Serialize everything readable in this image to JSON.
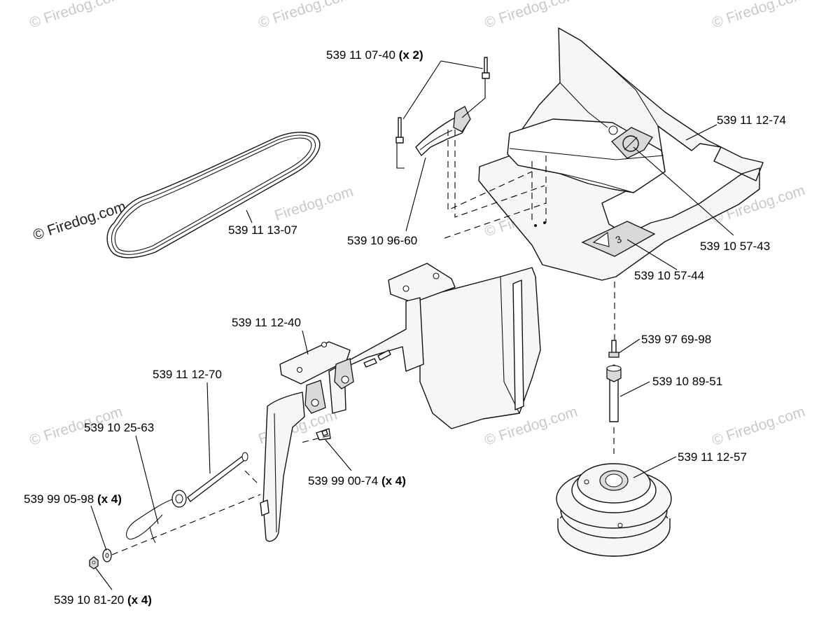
{
  "watermark": {
    "text": "© Firedog.com",
    "brand": "Firedog.com"
  },
  "labels": {
    "p_539_11_07_40": {
      "part": "539 11 07-40",
      "qty": "(x 2)"
    },
    "p_539_11_12_74": {
      "part": "539 11 12-74"
    },
    "p_539_11_13_07": {
      "part": "539 11 13-07"
    },
    "p_539_10_96_60": {
      "part": "539 10 96-60"
    },
    "p_539_10_57_43": {
      "part": "539 10 57-43"
    },
    "p_539_10_57_44": {
      "part": "539 10 57-44"
    },
    "p_539_11_12_40": {
      "part": "539 11 12-40"
    },
    "p_539_97_69_98": {
      "part": "539 97 69-98"
    },
    "p_539_11_12_70": {
      "part": "539 11 12-70"
    },
    "p_539_10_89_51": {
      "part": "539 10 89-51"
    },
    "p_539_10_25_63": {
      "part": "539 10 25-63"
    },
    "p_539_99_00_74": {
      "part": "539 99 00-74",
      "qty": "(x 4)"
    },
    "p_539_11_12_57": {
      "part": "539 11 12-57"
    },
    "p_539_99_05_98": {
      "part": "539 99 05-98",
      "qty": "(x 4)"
    },
    "p_539_10_81_20": {
      "part": "539 10 81-20",
      "qty": "(x 4)"
    }
  },
  "colors": {
    "line": "#000000",
    "part_fill": "#f6f6f6",
    "shade": "#d9d9d9",
    "watermark": "#c9c9c9"
  }
}
